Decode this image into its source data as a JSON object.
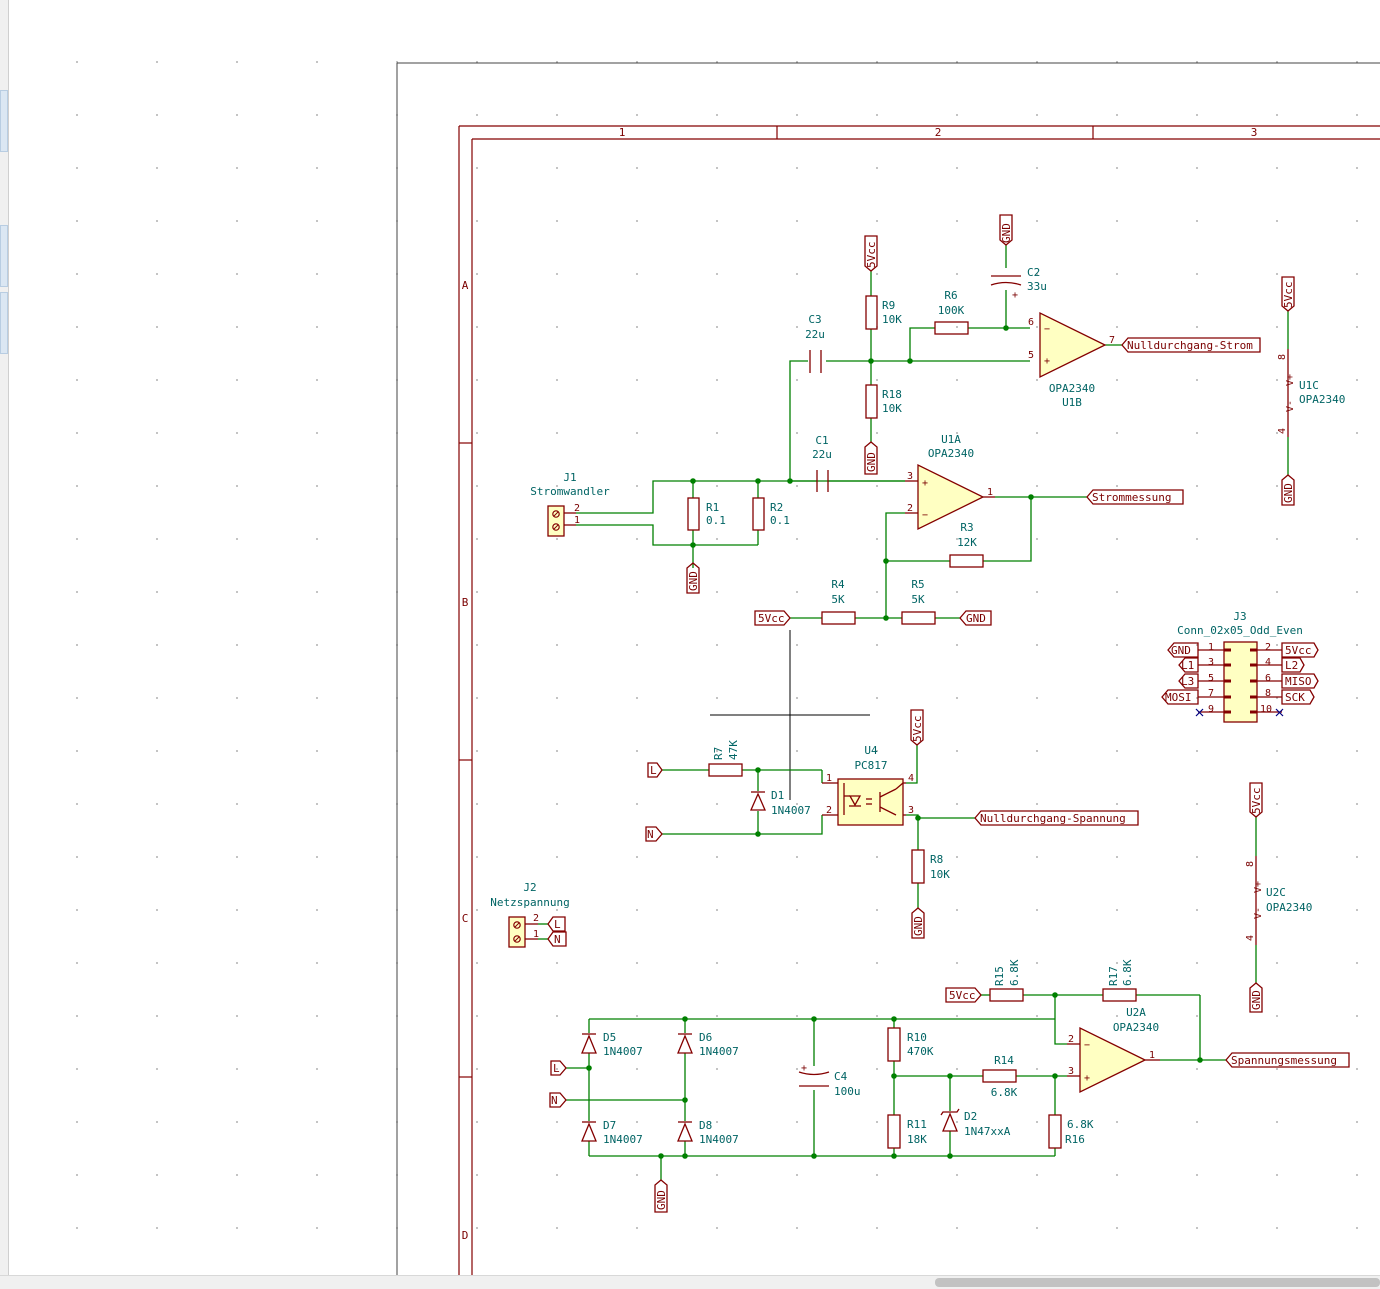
{
  "sheet": {
    "col_labels": [
      "1",
      "2",
      "3"
    ],
    "row_labels": [
      "A",
      "B",
      "C",
      "D"
    ]
  },
  "components": {
    "J1": {
      "ref": "J1",
      "value": "Stromwandler",
      "pin2": "2",
      "pin1": "1"
    },
    "J2": {
      "ref": "J2",
      "value": "Netzspannung",
      "pin2": "2",
      "pin1": "1"
    },
    "J3": {
      "ref": "J3",
      "value": "Conn_02x05_Odd_Even",
      "pins_left": [
        "1",
        "3",
        "5",
        "7",
        "9"
      ],
      "pins_right": [
        "2",
        "4",
        "6",
        "8",
        "10"
      ]
    },
    "R1": {
      "ref": "R1",
      "value": "0.1"
    },
    "R2": {
      "ref": "R2",
      "value": "0.1"
    },
    "R3": {
      "ref": "R3",
      "value": "12K"
    },
    "R4": {
      "ref": "R4",
      "value": "5K"
    },
    "R5": {
      "ref": "R5",
      "value": "5K"
    },
    "R6": {
      "ref": "R6",
      "value": "100K"
    },
    "R7": {
      "ref": "R7",
      "value": "47K"
    },
    "R8": {
      "ref": "R8",
      "value": "10K"
    },
    "R9": {
      "ref": "R9",
      "value": "10K"
    },
    "R10": {
      "ref": "R10",
      "value": "470K"
    },
    "R11": {
      "ref": "R11",
      "value": "18K"
    },
    "R14": {
      "ref": "R14",
      "value": "6.8K"
    },
    "R15": {
      "ref": "R15",
      "value": "6.8K"
    },
    "R16": {
      "ref": "R16",
      "value": "6.8K"
    },
    "R17": {
      "ref": "R17",
      "value": "6.8K"
    },
    "R18": {
      "ref": "R18",
      "value": "10K"
    },
    "C1": {
      "ref": "C1",
      "value": "22u"
    },
    "C2": {
      "ref": "C2",
      "value": "33u"
    },
    "C3": {
      "ref": "C3",
      "value": "22u"
    },
    "C4": {
      "ref": "C4",
      "value": "100u"
    },
    "D1": {
      "ref": "D1",
      "value": "1N4007"
    },
    "D2": {
      "ref": "D2",
      "value": "1N47xxA"
    },
    "D5": {
      "ref": "D5",
      "value": "1N4007"
    },
    "D6": {
      "ref": "D6",
      "value": "1N4007"
    },
    "D7": {
      "ref": "D7",
      "value": "1N4007"
    },
    "D8": {
      "ref": "D8",
      "value": "1N4007"
    },
    "U1A": {
      "ref": "U1A",
      "value": "OPA2340",
      "pin_plus": "3",
      "pin_minus": "2",
      "pin_out": "1"
    },
    "U1B": {
      "ref": "U1B",
      "value": "OPA2340",
      "pin_plus": "5",
      "pin_minus": "6",
      "pin_out": "7"
    },
    "U1C": {
      "ref": "U1C",
      "value": "OPA2340",
      "pin_vp": "8",
      "pin_vm": "4",
      "vp": "V+",
      "vm": "V-"
    },
    "U2A": {
      "ref": "U2A",
      "value": "OPA2340",
      "pin_plus": "3",
      "pin_minus": "2",
      "pin_out": "1"
    },
    "U2C": {
      "ref": "U2C",
      "value": "OPA2340",
      "pin_vp": "8",
      "pin_vm": "4",
      "vp": "V+",
      "vm": "V-"
    },
    "U4": {
      "ref": "U4",
      "value": "PC817",
      "p1": "1",
      "p2": "2",
      "p3": "3",
      "p4": "4"
    }
  },
  "nets": {
    "gnd": "GND",
    "vcc": "5Vcc",
    "l": "L",
    "n": "N",
    "l1": "L1",
    "l2": "L2",
    "l3": "L3",
    "miso": "MISO",
    "mosi": "MOSI",
    "sck": "SCK",
    "nulldurchgang_strom": "Nulldurchgang-Strom",
    "strommessung": "Strommessung",
    "nulldurchgang_spannung": "Nulldurchgang-Spannung",
    "spannungsmessung": "Spannungsmessung"
  },
  "colors": {
    "wire": "#008000",
    "component": "#840000",
    "component_fill": "#ffffc2",
    "reference_text": "#006464",
    "label_text": "#7a0000",
    "sheet_frame": "#840000"
  }
}
